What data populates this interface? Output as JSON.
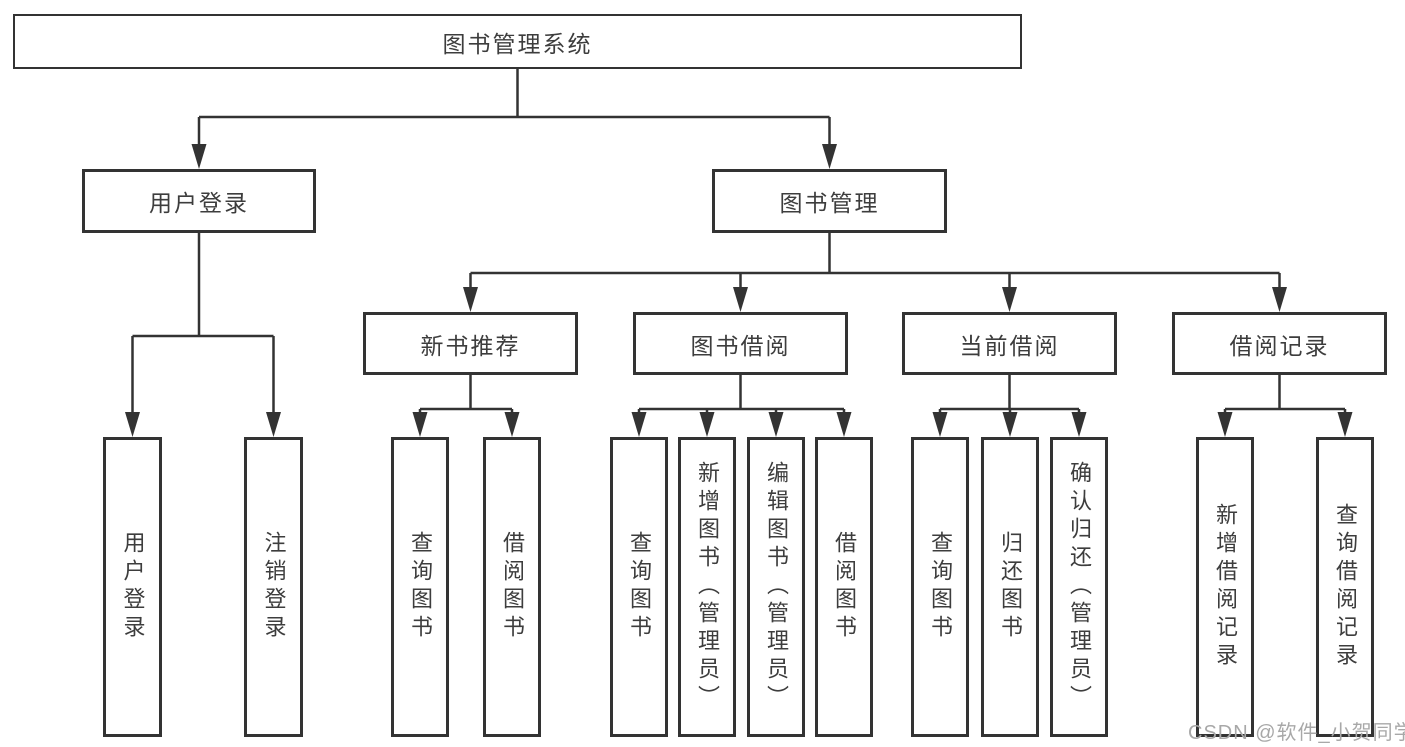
{
  "diagram": {
    "root": {
      "label": "图书管理系统"
    },
    "branches": [
      {
        "label": "用户登录",
        "leaves": [
          {
            "label": "用户登录"
          },
          {
            "label": "注销登录"
          }
        ]
      },
      {
        "label": "图书管理",
        "sections": [
          {
            "label": "新书推荐",
            "leaves": [
              {
                "label": "查询图书"
              },
              {
                "label": "借阅图书"
              }
            ]
          },
          {
            "label": "图书借阅",
            "leaves": [
              {
                "label": "查询图书"
              },
              {
                "label": "新增图书（管理员）"
              },
              {
                "label": "编辑图书（管理员）"
              },
              {
                "label": "借阅图书"
              }
            ]
          },
          {
            "label": "当前借阅",
            "leaves": [
              {
                "label": "查询图书"
              },
              {
                "label": "归还图书"
              },
              {
                "label": "确认归还（管理员）"
              }
            ]
          },
          {
            "label": "借阅记录",
            "leaves": [
              {
                "label": "新增借阅记录"
              },
              {
                "label": "查询借阅记录"
              }
            ]
          }
        ]
      }
    ]
  },
  "watermark": {
    "text": "CSDN @软件_小贺同学"
  },
  "colors": {
    "line": "#333333",
    "text": "#3d3d3d",
    "background": "#ffffff",
    "watermark": "#a8a8a8"
  }
}
